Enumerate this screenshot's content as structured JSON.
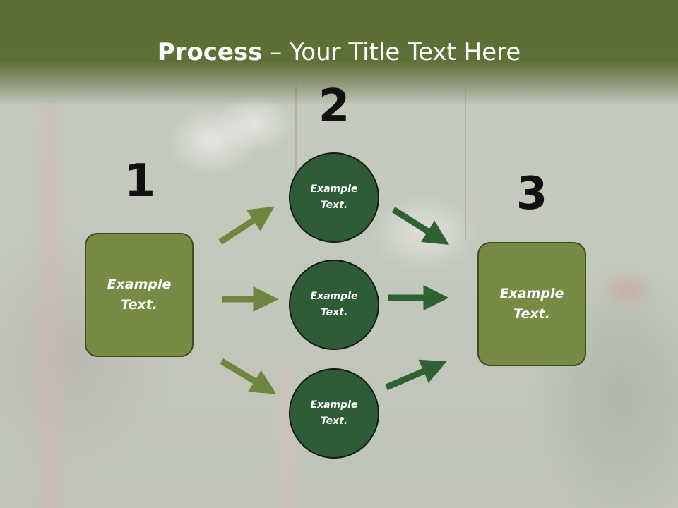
{
  "title": {
    "bold": "Process",
    "rest": " – Your Title Text Here"
  },
  "steps": [
    {
      "number": "1"
    },
    {
      "number": "2"
    },
    {
      "number": "3"
    }
  ],
  "input_box": {
    "text": "Example Text."
  },
  "process_circles": [
    {
      "text": "Example Text."
    },
    {
      "text": "Example Text."
    },
    {
      "text": "Example Text."
    }
  ],
  "output_box": {
    "text": "Example Text."
  },
  "colors": {
    "header": "#5e6f37",
    "box_fill": "#778b45",
    "circle_fill": "#2e5c36",
    "arrow_left": "#6f8640",
    "arrow_right": "#2f6232"
  }
}
